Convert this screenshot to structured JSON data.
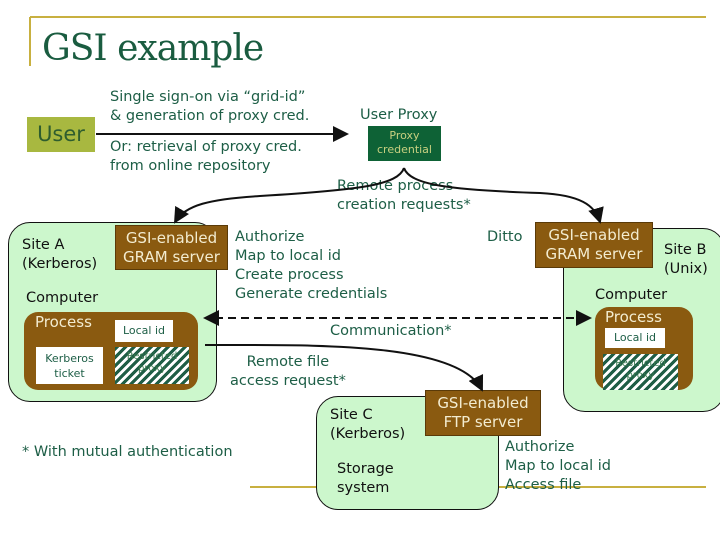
{
  "title": "GSI example",
  "user": "User",
  "sso": {
    "line1": "Single sign-on via “grid-id”",
    "line2": "& generation of proxy cred.",
    "line3": "Or: retrieval of proxy cred.",
    "line4": "from online repository"
  },
  "user_proxy": {
    "label": "User Proxy",
    "credential_line1": "Proxy",
    "credential_line2": "credential"
  },
  "remote_process": {
    "line1": "Remote process",
    "line2": "creation requests*"
  },
  "site_a": {
    "line1": "Site A",
    "line2": "(Kerberos)",
    "computer": "Computer",
    "process": "Process",
    "local_id": "Local id",
    "ticket_line1": "Kerberos",
    "ticket_line2": "ticket",
    "restricted_line1": "Restricted",
    "restricted_line2": "proxy",
    "server_line1": "GSI-enabled",
    "server_line2": "GRAM server"
  },
  "gram_steps": [
    "Authorize",
    "Map to local id",
    "Create process",
    "Generate credentials"
  ],
  "ditto": "Ditto",
  "site_b": {
    "line1": "Site B",
    "line2": "(Unix)",
    "computer": "Computer",
    "process": "Process",
    "local_id": "Local id",
    "restricted_line1": "Restricted",
    "restricted_line2": "proxy",
    "server_line1": "GSI-enabled",
    "server_line2": "GRAM server"
  },
  "communication": "Communication*",
  "remote_file": {
    "line1": "Remote file",
    "line2": "access request*"
  },
  "site_c": {
    "line1": "Site C",
    "line2": "(Kerberos)",
    "storage_line1": "Storage",
    "storage_line2": "system",
    "server_line1": "GSI-enabled",
    "server_line2": "FTP server"
  },
  "ftp_steps": [
    "Authorize",
    "Map to local id",
    "Access file"
  ],
  "footnote": "* With mutual authentication",
  "colors": {
    "text": "#1d5e46",
    "brown": "#8a5a10",
    "site_bg": "#ccf7cc",
    "user_bg": "#a8b840",
    "proxy_bg": "#0e6236",
    "rule": "#c8b040"
  }
}
